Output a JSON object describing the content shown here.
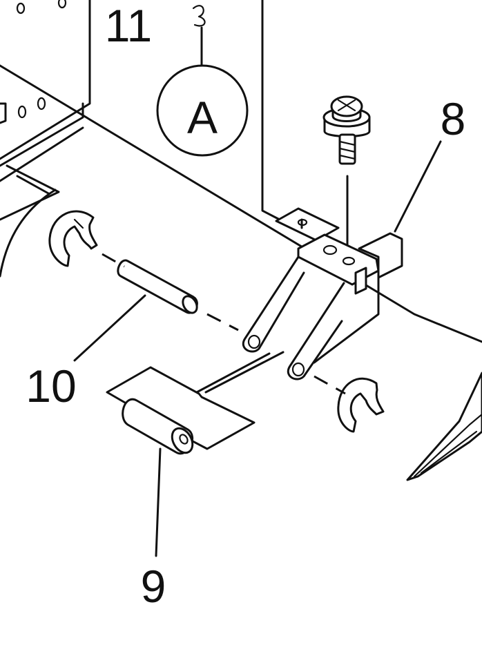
{
  "labels": {
    "callout_a": "A",
    "part_8": "8",
    "part_9": "9",
    "part_10": "10",
    "part_11": "11"
  },
  "colors": {
    "line": "#111111",
    "background": "#ffffff"
  }
}
